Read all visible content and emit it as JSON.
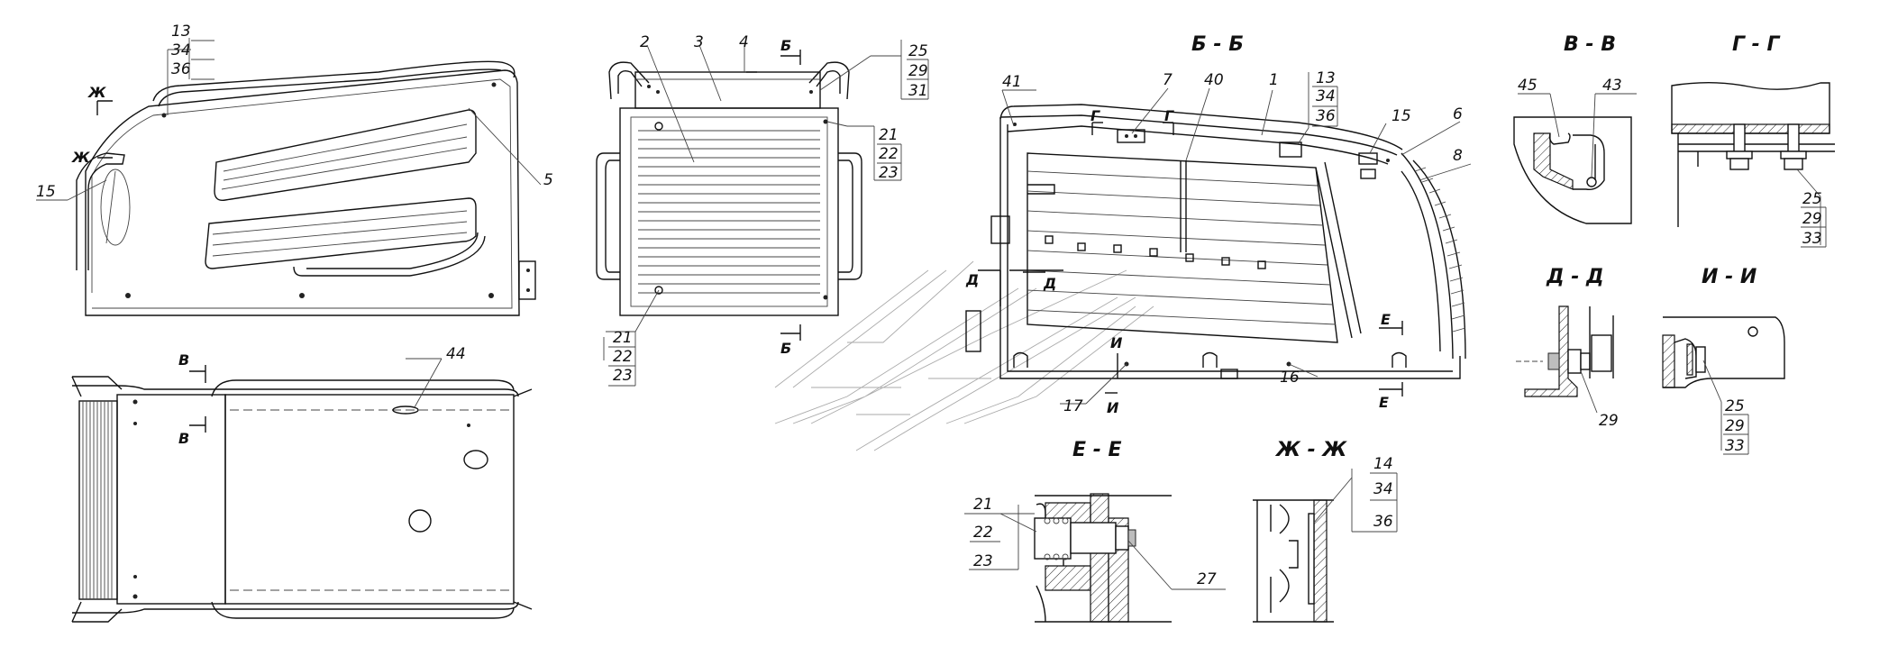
{
  "views": {
    "side_view": {
      "callouts": [
        "13",
        "34",
        "36",
        "15",
        "5"
      ],
      "cut_marks": [
        "Ж",
        "Ж"
      ]
    },
    "top_view": {
      "callouts": [
        "44"
      ],
      "cut_marks": [
        "В",
        "В"
      ]
    },
    "front_view": {
      "callouts": [
        "2",
        "3",
        "4",
        "25",
        "29",
        "31",
        "21",
        "22",
        "23",
        "21",
        "22",
        "23"
      ],
      "cut_marks": [
        "Б",
        "Б"
      ]
    },
    "section_bb": {
      "title": "Б - Б",
      "callouts": [
        "41",
        "7",
        "40",
        "1",
        "13",
        "34",
        "36",
        "15",
        "6",
        "8",
        "17",
        "16"
      ],
      "cut_marks": [
        "Г",
        "Г",
        "Д",
        "Д",
        "И",
        "И",
        "Е",
        "Е"
      ]
    },
    "section_vv": {
      "title": "В - В",
      "callouts": [
        "45",
        "43"
      ]
    },
    "section_gg": {
      "title": "Г - Г",
      "callouts": [
        "25",
        "29",
        "33"
      ]
    },
    "section_dd": {
      "title": "Д - Д",
      "callouts": [
        "29"
      ]
    },
    "section_ii": {
      "title": "И - И",
      "callouts": [
        "25",
        "29",
        "33"
      ]
    },
    "section_ee": {
      "title": "Е - Е",
      "callouts": [
        "21",
        "22",
        "23",
        "27"
      ]
    },
    "section_zhzh": {
      "title": "Ж - Ж",
      "callouts": [
        "14",
        "34",
        "36"
      ]
    }
  },
  "colors": {
    "line": "#111111",
    "background": "#ffffff",
    "ghost": "#aaaaaa"
  }
}
